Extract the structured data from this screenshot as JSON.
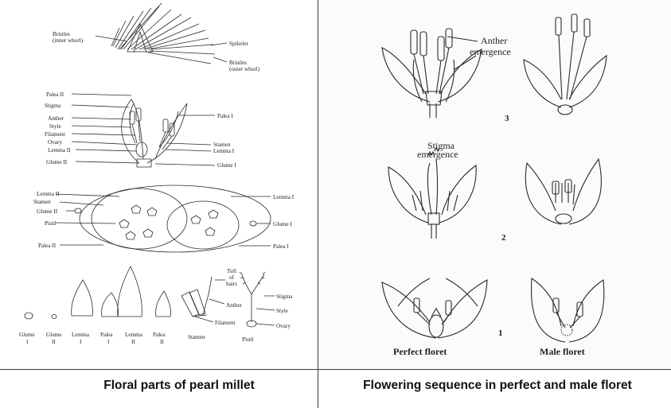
{
  "left_figure": {
    "labels": {
      "bristles_inner": "Bristles",
      "bristles_inner_2": "(inner whorl)",
      "spikelet": "Spikelet",
      "bristles_outer": "Bristles",
      "bristles_outer_2": "(outer whorl)",
      "palea_ii_top": "Palea II",
      "stigma_top": "Stigma",
      "anther_top": "Anther",
      "style_top": "Style",
      "filament_top": "Filament",
      "ovary_top": "Ovary",
      "lemma_ii_top": "Lemma II",
      "glume_ii_top": "Glume II",
      "palea_i_top": "Palea I",
      "stamen_top": "Stamen",
      "lemma_i_top": "Lemma I",
      "glume_i_top": "Glume I",
      "lemma_ii_mid": "Lemma II",
      "stamen_mid": "Stamen",
      "glume_ii_mid": "Glume II",
      "pistil_mid": "Pistil",
      "palea_ii_mid": "Palea II",
      "lemma_i_mid": "Lemma I",
      "glume_i_mid": "Glume I",
      "palea_i_mid": "Palea I",
      "tuft": "Tuft",
      "of": "of",
      "hairs": "hairs",
      "anther_bot": "Anther",
      "filament_bot": "Filament",
      "stigma_bot": "Stigma",
      "style_bot": "Style",
      "ovary_bot": "Ovary",
      "row_glume": "Glume",
      "row_glume_2": "Glume",
      "row_lemma": "Lemma",
      "row_palea": "Palea",
      "row_lemma_2": "Lemma",
      "row_palea_2": "Palea",
      "row_i_1": "I",
      "row_ii_1": "II",
      "row_i_2": "I",
      "row_i_3": "I",
      "row_ii_2": "II",
      "row_ii_3": "II",
      "row_stamen": "Stamen",
      "row_pistil": "Pistil"
    }
  },
  "right_figure": {
    "labels": {
      "anther": "Anther",
      "emergence": "emergence",
      "stigma": "Stigma",
      "stigma_emergence": "emergence",
      "stage_3": "3",
      "stage_2": "2",
      "stage_1": "1",
      "perfect_floret": "Perfect floret",
      "male_floret": "Male floret"
    }
  },
  "captions": {
    "left": "Floral parts of pearl millet",
    "right": "Flowering sequence in perfect and male floret"
  },
  "colors": {
    "line": "#2a2a2a",
    "divider": "#3a3a3a"
  }
}
